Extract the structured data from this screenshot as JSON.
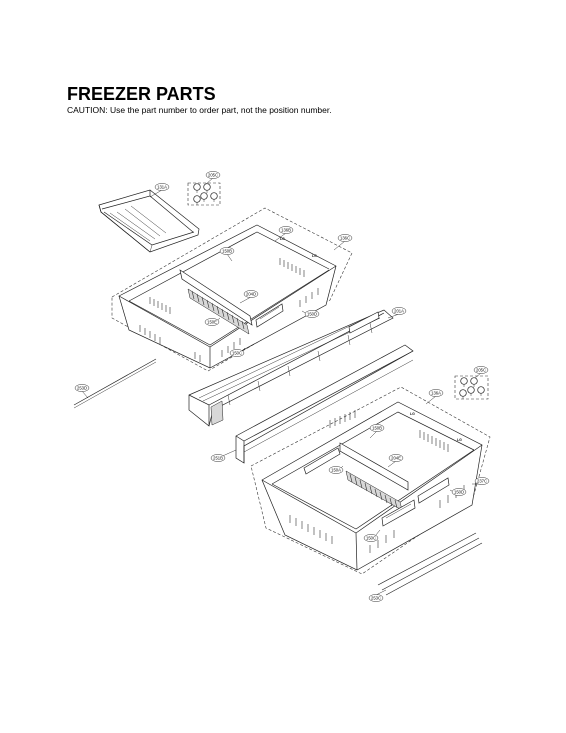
{
  "header": {
    "title": "FREEZER PARTS",
    "caution": "CAUTION: Use the part number to order part, not the position number."
  },
  "callouts": [
    {
      "id": "c-205c-top",
      "text": "205C"
    },
    {
      "id": "c-131a",
      "text": "131A"
    },
    {
      "id": "c-136b-top",
      "text": "136B"
    },
    {
      "id": "c-136c-top",
      "text": "136C"
    },
    {
      "id": "c-150b-top",
      "text": "150B"
    },
    {
      "id": "c-204d-top",
      "text": "204D"
    },
    {
      "id": "c-150e-top",
      "text": "150E"
    },
    {
      "id": "c-150d-top",
      "text": "150D"
    },
    {
      "id": "c-150c-top",
      "text": "150C"
    },
    {
      "id": "c-201a",
      "text": "201A"
    },
    {
      "id": "c-253d",
      "text": "253D"
    },
    {
      "id": "c-251b",
      "text": "251B"
    },
    {
      "id": "c-205c-bot",
      "text": "205C"
    },
    {
      "id": "c-136a",
      "text": "136A"
    },
    {
      "id": "c-150b-bot",
      "text": "150B"
    },
    {
      "id": "c-204e",
      "text": "204E"
    },
    {
      "id": "c-150a",
      "text": "150A"
    },
    {
      "id": "c-237c",
      "text": "237C"
    },
    {
      "id": "c-150d-bot",
      "text": "150D"
    },
    {
      "id": "c-150c-bot",
      "text": "150C"
    },
    {
      "id": "c-253c",
      "text": "253C"
    }
  ],
  "brand_marks": {
    "upper_bin_left": "LG",
    "upper_bin_right": "LG",
    "lower_bin_left": "LG",
    "lower_bin_right": "LG"
  }
}
